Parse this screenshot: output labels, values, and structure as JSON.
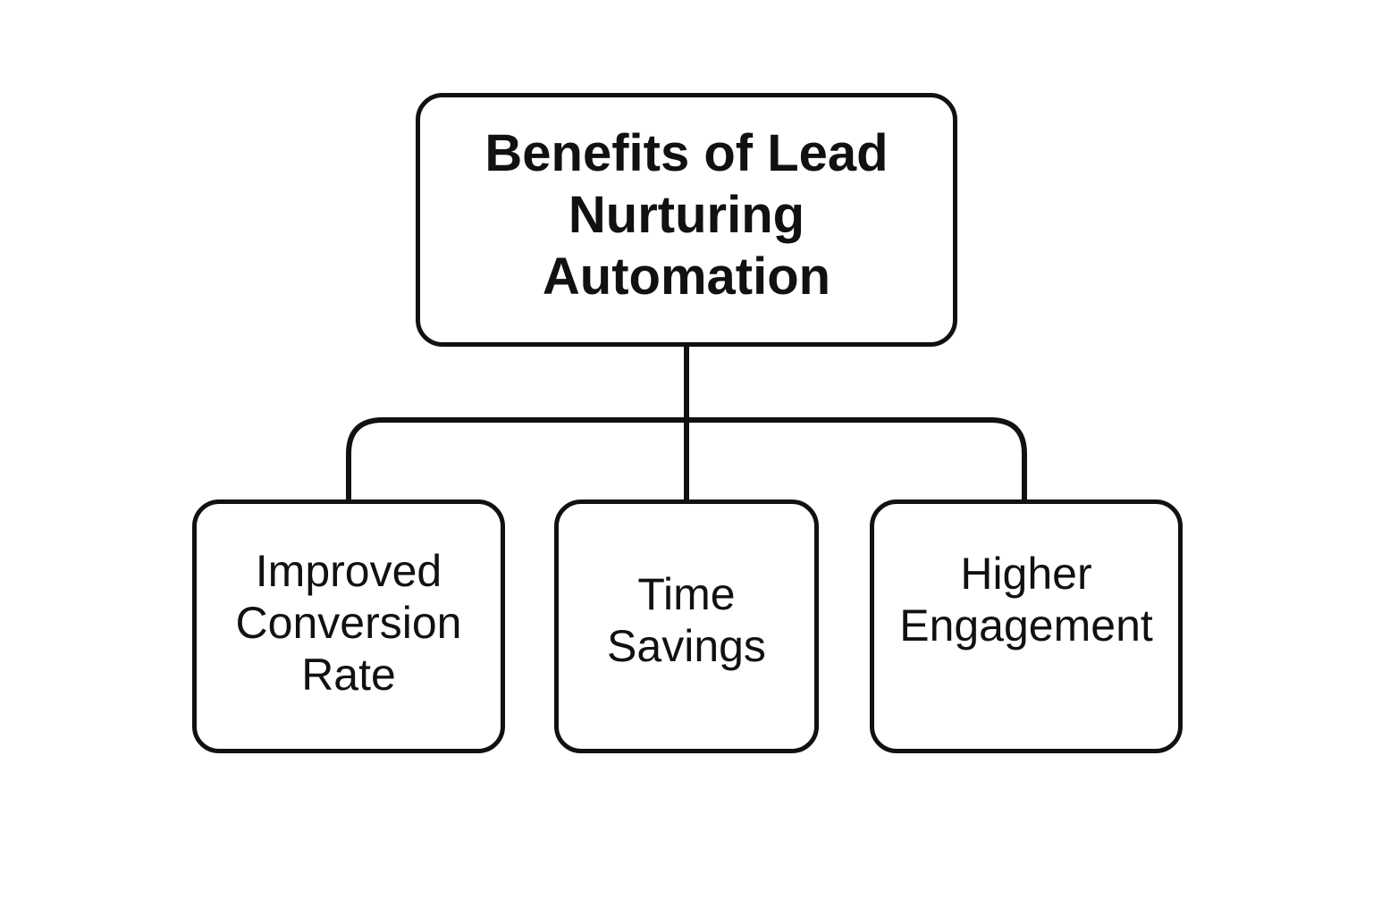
{
  "diagram": {
    "root": {
      "label": "Benefits of Lead\nNurturing\nAutomation"
    },
    "children": [
      {
        "label": "Improved\nConversion\nRate"
      },
      {
        "label": "Time\nSavings"
      },
      {
        "label": "Higher\nEngagement"
      }
    ],
    "colors": {
      "stroke": "#111111",
      "background": "#ffffff",
      "text": "#111111"
    }
  }
}
